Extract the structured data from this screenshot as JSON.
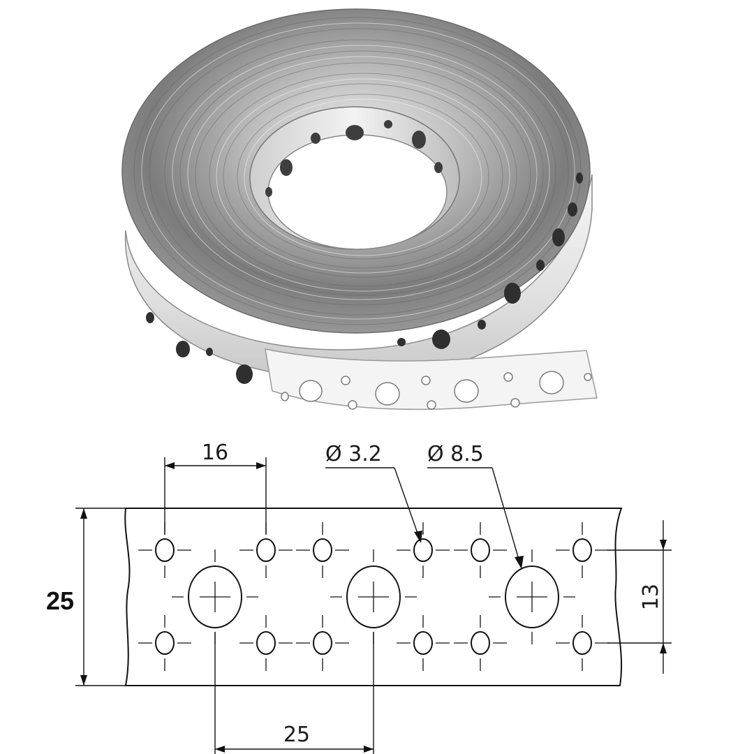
{
  "product_photo": {
    "subject": "perforated-steel-strap-coil"
  },
  "drawing": {
    "hole_pitch_label": "16",
    "small_hole_label": "Ø 3.2",
    "large_hole_label": "Ø 8.5",
    "strip_width_label": "25",
    "row_spacing_label": "13",
    "large_hole_pitch_label": "25"
  },
  "colors": {
    "line": "#111111",
    "metal_light": "#e6e6e6",
    "metal_dark": "#6d6d6d"
  }
}
